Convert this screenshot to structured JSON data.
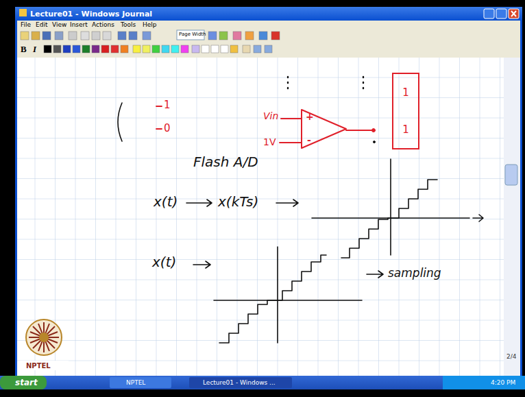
{
  "diagram": {
    "nodes": [
      {
        "text": [
          "1",
          "1"
        ]
      }
    ],
    "labels": [
      "Lecture01 - Windows Journal",
      "File",
      "Edit",
      "View",
      "Insert",
      "Actions",
      "Tools",
      "Help",
      "Page Width",
      "B",
      "I",
      "1",
      "0",
      "Vin",
      "1V",
      "+",
      "-",
      "Flash A/D",
      "x(t)",
      "x(kTs)",
      "x(t)",
      "sampling",
      "2/4",
      "NPTEL",
      "start",
      "NPTEL",
      "Lecture01 - Windows ...",
      "4:20 PM"
    ]
  }
}
